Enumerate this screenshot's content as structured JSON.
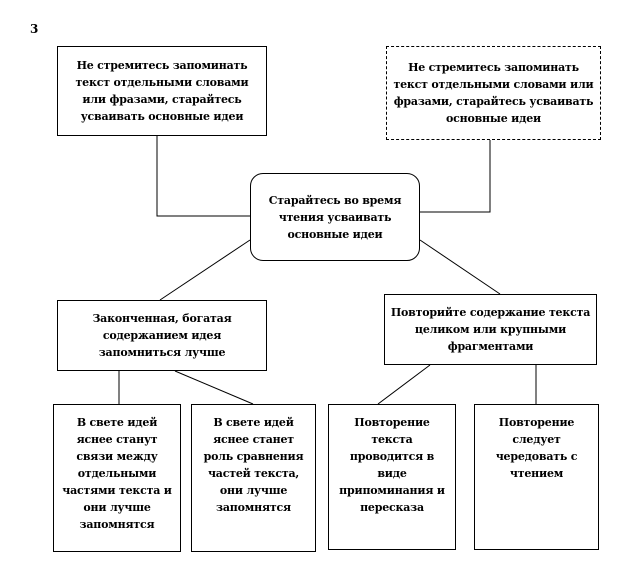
{
  "page_number": "3",
  "line_color": "#000000",
  "center": {
    "text": "Старайтесь во время чтения усваивать основные идеи"
  },
  "top_left": {
    "text": "Не стремитесь запоминать текст отдельными словами или фразами, старайтесь усваивать основные идеи"
  },
  "top_right": {
    "text": "Не стремитесь запоминать текст отдельными словами или фразами, старайтесь усваивать основные идеи"
  },
  "mid_left": {
    "text": "Законченная, богатая содержанием идея запомниться лучше"
  },
  "mid_right": {
    "text": "Повторийте содержание текста целиком или крупными фрагментами"
  },
  "bottom": [
    {
      "text": "В свете идей яснее станут связи между отдельными частями текста и они лучше запомнятся"
    },
    {
      "text": "В свете идей яснее станет роль сравнения частей текста, они лучше запомнятся"
    },
    {
      "text": "Повторение текста проводится в виде припоминания и пересказа"
    },
    {
      "text": "Повторение следует чередовать с чтением"
    }
  ]
}
